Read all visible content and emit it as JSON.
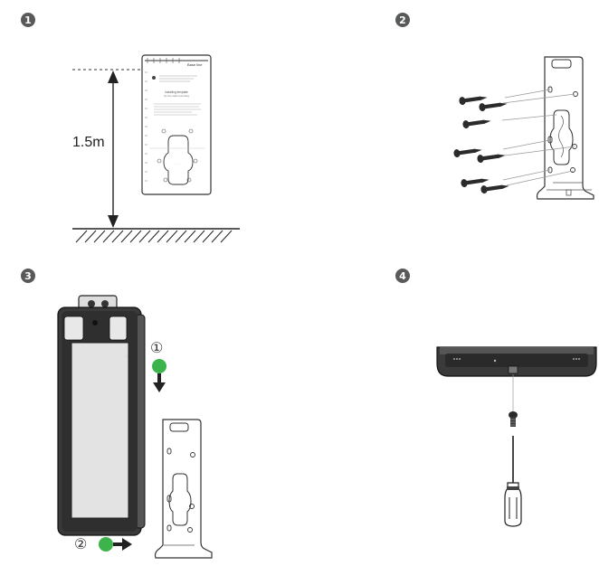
{
  "steps": [
    {
      "number": "1"
    },
    {
      "number": "2"
    },
    {
      "number": "3"
    },
    {
      "number": "4"
    }
  ],
  "step1": {
    "height_label": "1.5m",
    "template_title": "Base line",
    "template_heading": "Installing template",
    "template_subtext": "for the wall mounting"
  },
  "step3": {
    "substep1": "①",
    "substep2": "②",
    "arrow_color": "#3cb44b"
  },
  "colors": {
    "line": "#333333",
    "badge": "#58595b",
    "device": "#2f2f2f",
    "screen": "#e6e6e6",
    "green": "#3cb44b"
  }
}
